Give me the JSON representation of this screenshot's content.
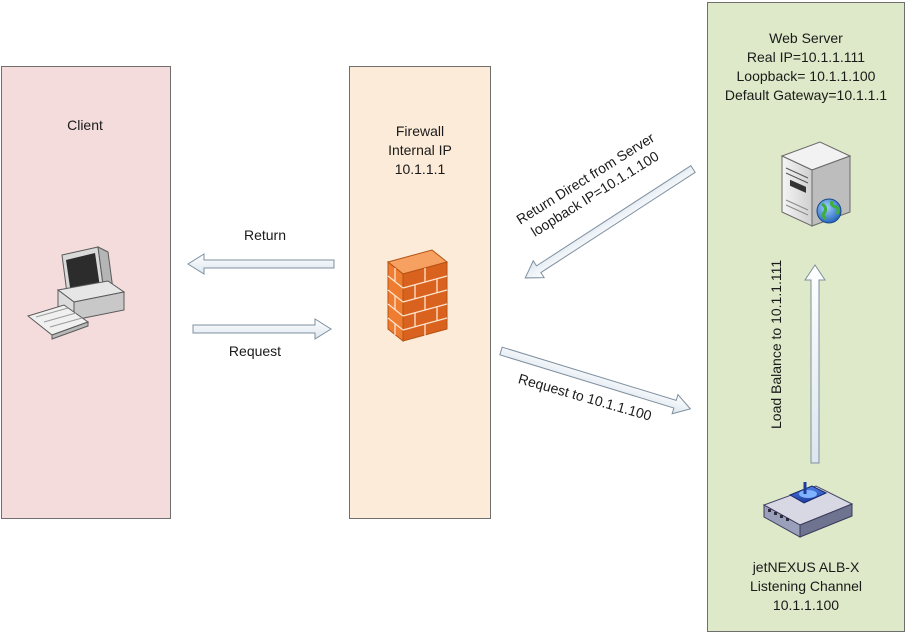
{
  "client": {
    "title": "Client"
  },
  "firewall": {
    "lines": [
      "Firewall",
      "Internal IP",
      "10.1.1.1"
    ]
  },
  "web_server": {
    "lines": [
      "Web Server",
      "Real IP=10.1.1.111",
      "Loopback= 10.1.1.100",
      "Default Gateway=10.1.1.1"
    ]
  },
  "alb": {
    "lines": [
      "jetNEXUS ALB-X",
      "Listening Channel",
      "10.1.1.100"
    ]
  },
  "arrows": {
    "return_label": "Return",
    "request_label": "Request",
    "return_direct_lines": [
      "Return Direct from Server",
      "loopback IP=10.1.1.100"
    ],
    "request_to_label": "Request to 10.1.1.100",
    "load_balance_label": "Load Balance to 10.1.1.111"
  },
  "icons": [
    "computer-icon",
    "firewall-icon",
    "server-icon",
    "globe-icon",
    "load-balancer-icon"
  ],
  "colors": {
    "client_panel": "#f4dcdc",
    "firewall_panel": "#fcebd8",
    "server_panel": "#dde9c8",
    "arrow_fill": "#f2f6fa",
    "arrow_stroke": "#7f8f9f",
    "firewall_brick": "#ef7d31"
  }
}
